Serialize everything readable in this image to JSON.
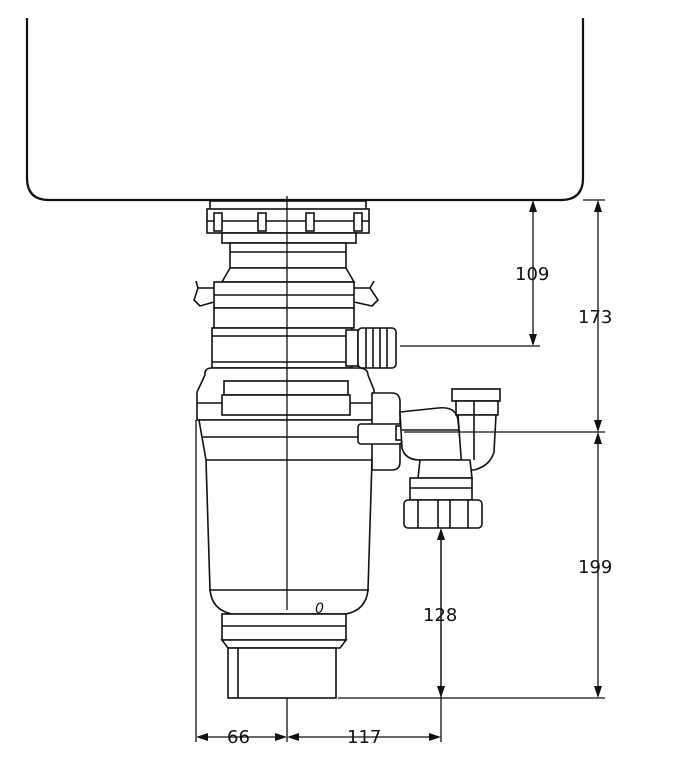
{
  "dimensions": {
    "sink_to_inlet": "109",
    "sink_to_outlet": "173",
    "outlet_to_bottom": "199",
    "trap_height": "128",
    "unit_half_width": "66",
    "trap_offset": "117"
  },
  "body_mark": "0"
}
